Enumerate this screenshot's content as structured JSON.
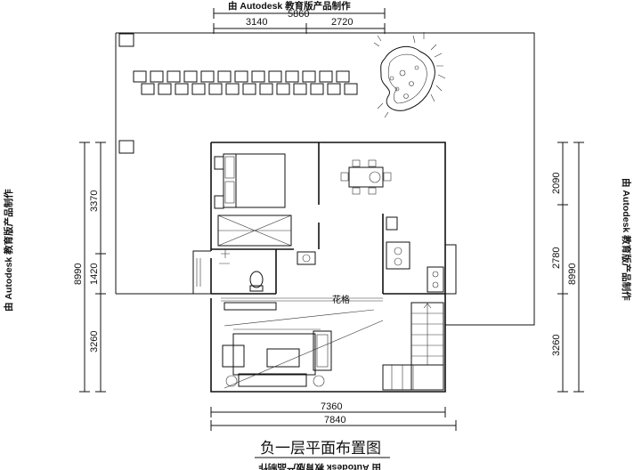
{
  "watermark": "由 Autodesk 教育版产品制作",
  "title": "负一层平面布置图",
  "room_label": "花格",
  "dimensions": {
    "top_overall": "5860",
    "top_left": "3140",
    "top_right": "2720",
    "left_overall": "8990",
    "left_seg1": "3370",
    "left_seg2": "1420",
    "left_seg3": "3260",
    "right_overall": "8990",
    "right_seg1": "2090",
    "right_seg2": "2780",
    "right_seg3": "3260",
    "bottom_inner": "7360",
    "bottom_outer": "7840"
  }
}
